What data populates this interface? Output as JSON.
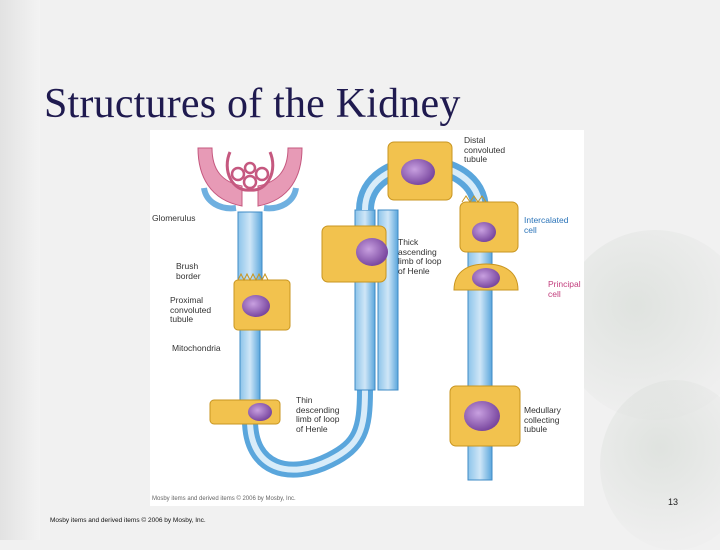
{
  "slide": {
    "title": "Structures of the Kidney",
    "slide_number": "13",
    "footer_credit": "Mosby items and derived items © 2006 by Mosby, Inc."
  },
  "figure": {
    "credit": "Mosby items and derived items © 2006 by Mosby, Inc.",
    "labels": {
      "glomerulus": "Glomerulus",
      "brush_border": "Brush\nborder",
      "proximal_tubule": "Proximal\nconvoluted\ntubule",
      "mitochondria": "Mitochondria",
      "thin_limb": "Thin\ndescending\nlimb of loop\nof Henle",
      "thick_limb": "Thick\nascending\nlimb of loop\nof Henle",
      "distal_tubule": "Distal\nconvoluted\ntubule",
      "intercalated_cell": "Intercalated\ncell",
      "principal_cell": "Principal\ncell",
      "collecting_tubule": "Medullary\ncollecting\ntubule"
    }
  },
  "colors": {
    "title": "#1f1a4f",
    "tubule_blue": "#5aa6dc",
    "cell_yellow": "#f2c24e",
    "nucleus_purple": "#8e5ab0",
    "glomerulus_pink": "#e58aa8"
  }
}
